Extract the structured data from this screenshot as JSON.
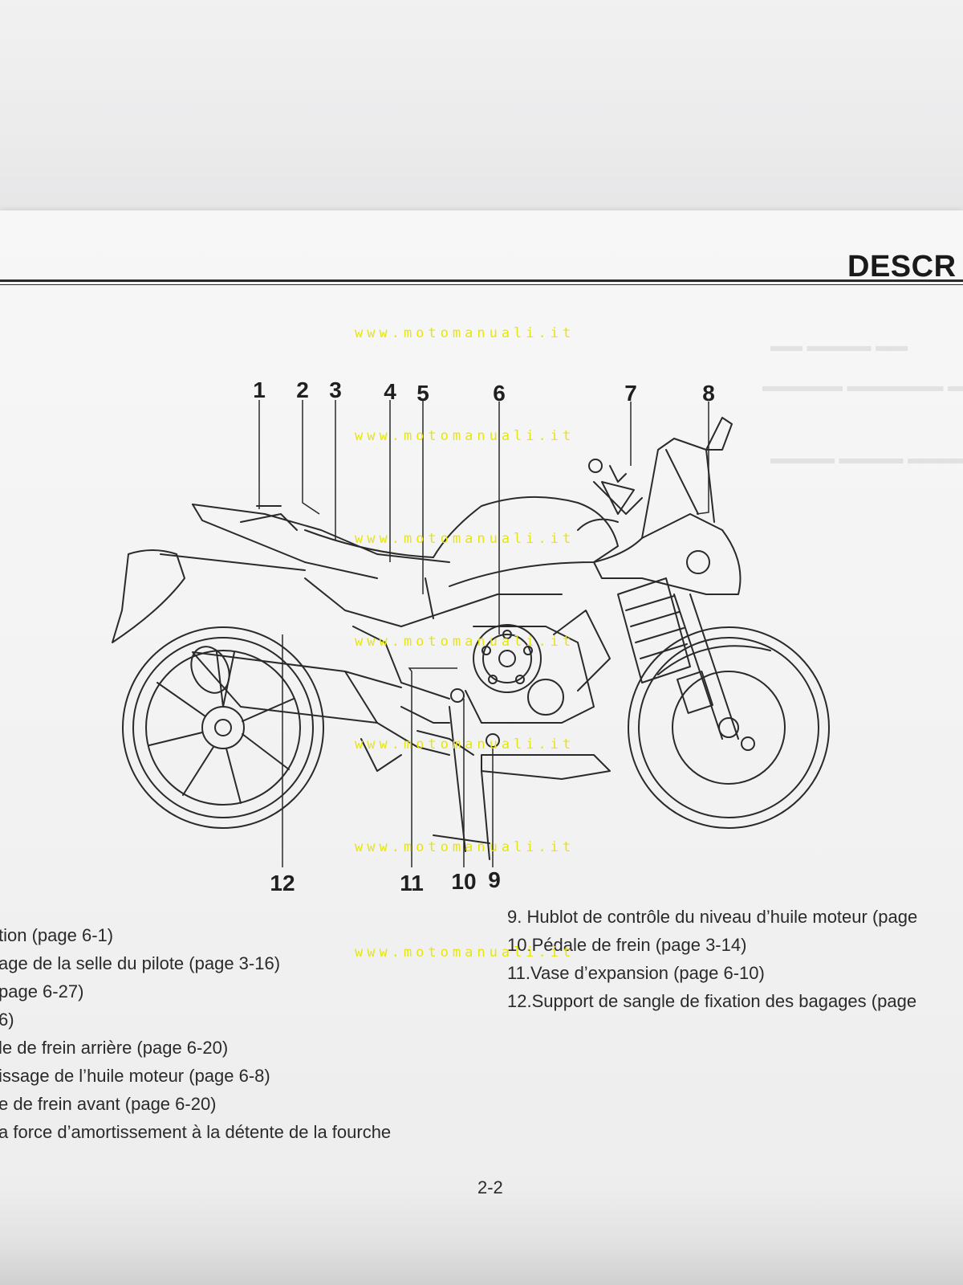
{
  "header": {
    "section_title": "DESCR"
  },
  "watermark": "www.motomanuali.it",
  "diagram": {
    "callouts": [
      "1",
      "2",
      "3",
      "4",
      "5",
      "6",
      "7",
      "8",
      "12",
      "11",
      "10",
      "9"
    ]
  },
  "legend_left": [
    "tion (page 6-1)",
    "age de la selle du pilote (page 3-16)",
    "page 6-27)",
    "6)",
    "le de frein arrière (page 6-20)",
    "issage de l’huile moteur (page 6-8)",
    "e de frein avant (page 6-20)",
    "a force d’amortissement à la détente de la fourche"
  ],
  "legend_right": [
    "9. Hublot de contrôle du niveau d’huile moteur (page",
    "10.Pédale de frein (page 3-14)",
    "11.Vase d’expansion (page 6-10)",
    "12.Support de sangle de fixation des bagages (page"
  ],
  "footer": {
    "page_number": "2-2"
  }
}
